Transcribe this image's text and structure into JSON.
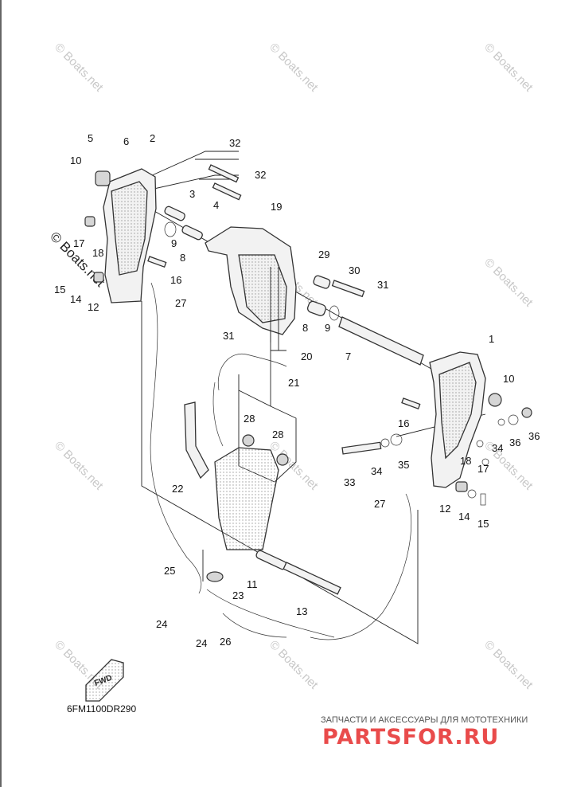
{
  "diagram": {
    "drawing_code": "6FM1100DR290",
    "watermark_text": "© Boats.net",
    "fwd_label": "FWD",
    "vendor_tagline": "ЗАПЧАСТИ И АКСЕССУАРЫ ДЛЯ МОТОТЕХНИКИ",
    "vendor_logo": "PARTSFOR.RU",
    "callouts": {
      "c1": "1",
      "c2": "2",
      "c3": "3",
      "c4": "4",
      "c5": "5",
      "c6": "6",
      "c7": "7",
      "c8a": "8",
      "c8b": "8",
      "c9a": "9",
      "c9b": "9",
      "c10a": "10",
      "c10b": "10",
      "c11": "11",
      "c12a": "12",
      "c12b": "12",
      "c13": "13",
      "c14a": "14",
      "c14b": "14",
      "c15a": "15",
      "c15b": "15",
      "c16a": "16",
      "c16b": "16",
      "c17a": "17",
      "c17b": "17",
      "c18a": "18",
      "c18b": "18",
      "c19": "19",
      "c20": "20",
      "c21": "21",
      "c22": "22",
      "c23": "23",
      "c24a": "24",
      "c24b": "24",
      "c25": "25",
      "c26": "26",
      "c27a": "27",
      "c27b": "27",
      "c28a": "28",
      "c28b": "28",
      "c29": "29",
      "c30": "30",
      "c31a": "31",
      "c31b": "31",
      "c32a": "32",
      "c32b": "32",
      "c33": "33",
      "c34a": "34",
      "c34b": "34",
      "c35": "35",
      "c36a": "36",
      "c36b": "36"
    }
  }
}
